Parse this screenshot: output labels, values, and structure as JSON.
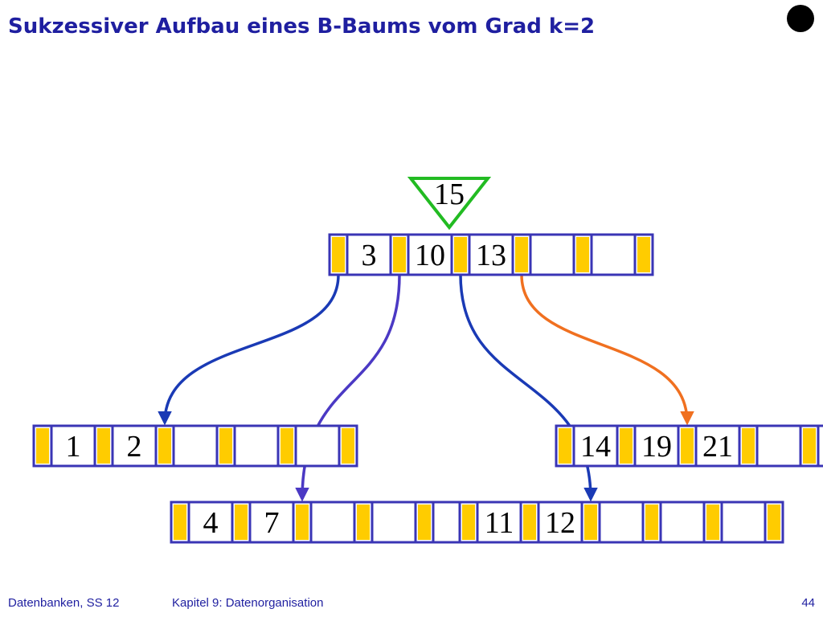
{
  "title": "Sukzessiver Aufbau eines B-Baums vom Grad k=2",
  "bullet_icon": "filled-circle",
  "insert_key": "15",
  "colors": {
    "title": "#1f1fa0",
    "node_border": "#3a35b5",
    "pointer_cell": "#ffcc00",
    "insert_marker": "#22bb22",
    "arrow_blue": "#1a3ab5",
    "arrow_purple": "#4b39c4",
    "arrow_orange": "#f07020"
  },
  "nodes": [
    {
      "id": "root",
      "keys": [
        "3",
        "10",
        "13",
        "",
        ""
      ]
    },
    {
      "id": "leaf-1",
      "keys": [
        "1",
        "2",
        "",
        "",
        ""
      ]
    },
    {
      "id": "leaf-2",
      "keys": [
        "4",
        "7",
        "",
        "",
        ""
      ]
    },
    {
      "id": "leaf-3",
      "keys": [
        "11",
        "12",
        "",
        "",
        ""
      ]
    },
    {
      "id": "leaf-4",
      "keys": [
        "14",
        "19",
        "21",
        "",
        ""
      ]
    }
  ],
  "edges": [
    {
      "from": "root",
      "pointer": 0,
      "to": "leaf-1",
      "color": "blue"
    },
    {
      "from": "root",
      "pointer": 1,
      "to": "leaf-2",
      "color": "purple"
    },
    {
      "from": "root",
      "pointer": 2,
      "to": "leaf-3",
      "color": "blue"
    },
    {
      "from": "root",
      "pointer": 3,
      "to": "leaf-4",
      "color": "orange"
    }
  ],
  "footer": {
    "course": "Datenbanken, SS 12",
    "chapter": "Kapitel 9: Datenorganisation",
    "page": "44"
  }
}
